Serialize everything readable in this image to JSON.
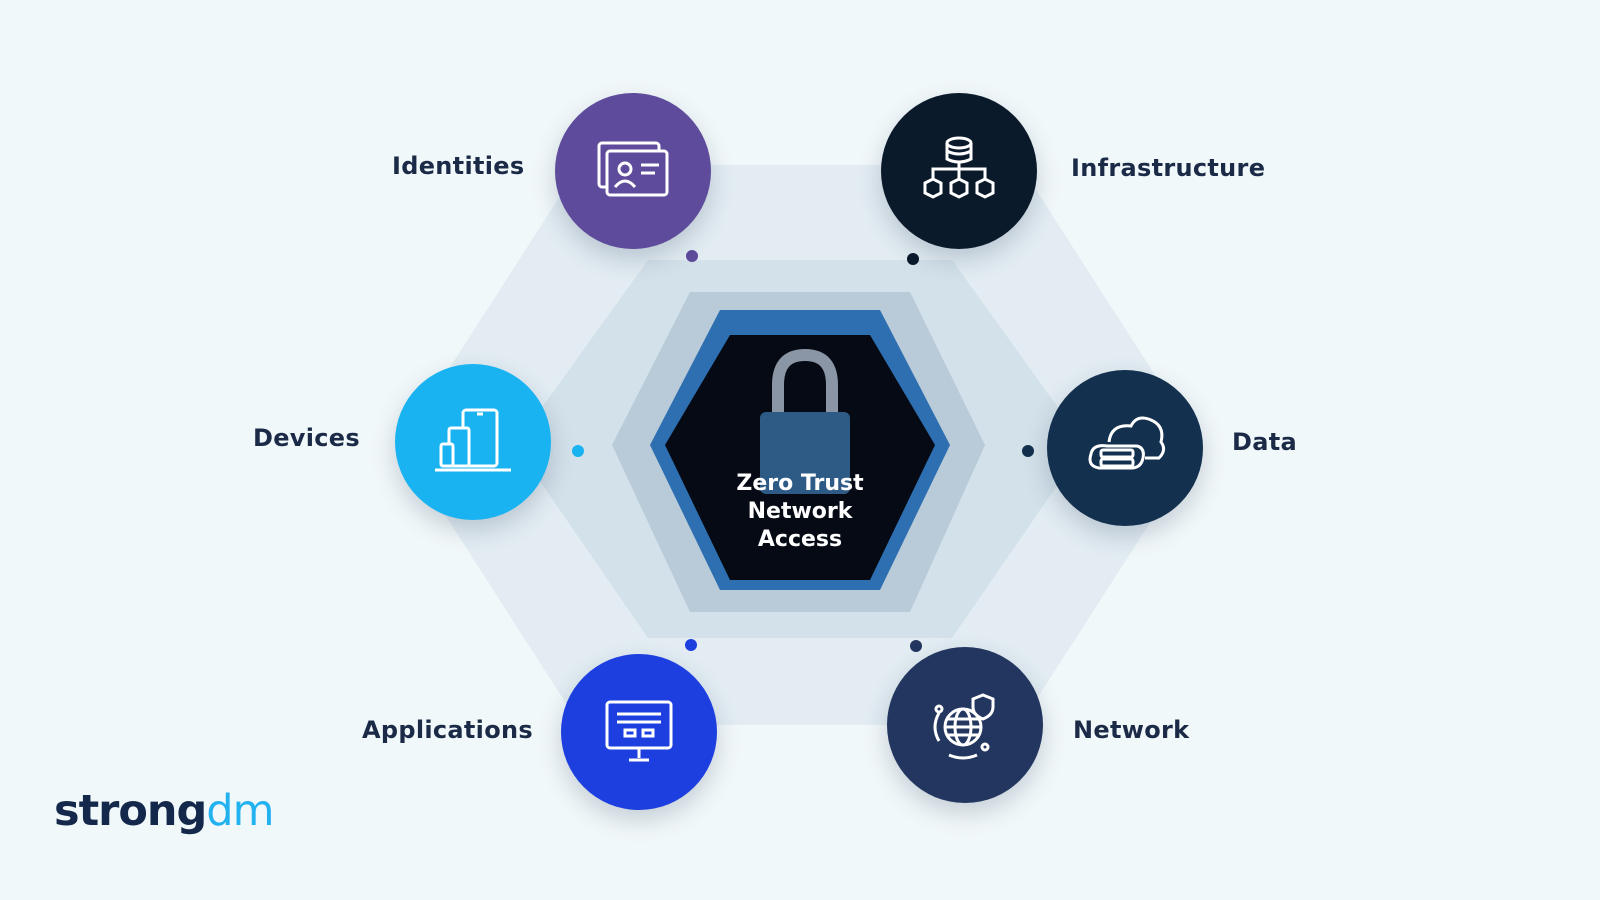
{
  "center": {
    "lines": [
      "Zero Trust",
      "Network",
      "Access"
    ]
  },
  "nodes": [
    {
      "label": "Identities",
      "icon": "id-card-icon",
      "color": "#5e4b9b"
    },
    {
      "label": "Infrastructure",
      "icon": "database-hierarchy-icon",
      "color": "#0b1a2a"
    },
    {
      "label": "Devices",
      "icon": "devices-icon",
      "color": "#19b3f2"
    },
    {
      "label": "Data",
      "icon": "cloud-server-icon",
      "color": "#13304f"
    },
    {
      "label": "Applications",
      "icon": "monitor-icon",
      "color": "#1d3fe0"
    },
    {
      "label": "Network",
      "icon": "globe-shield-icon",
      "color": "#23365f"
    }
  ],
  "logo": {
    "part1": "strong",
    "part2": "dm"
  }
}
